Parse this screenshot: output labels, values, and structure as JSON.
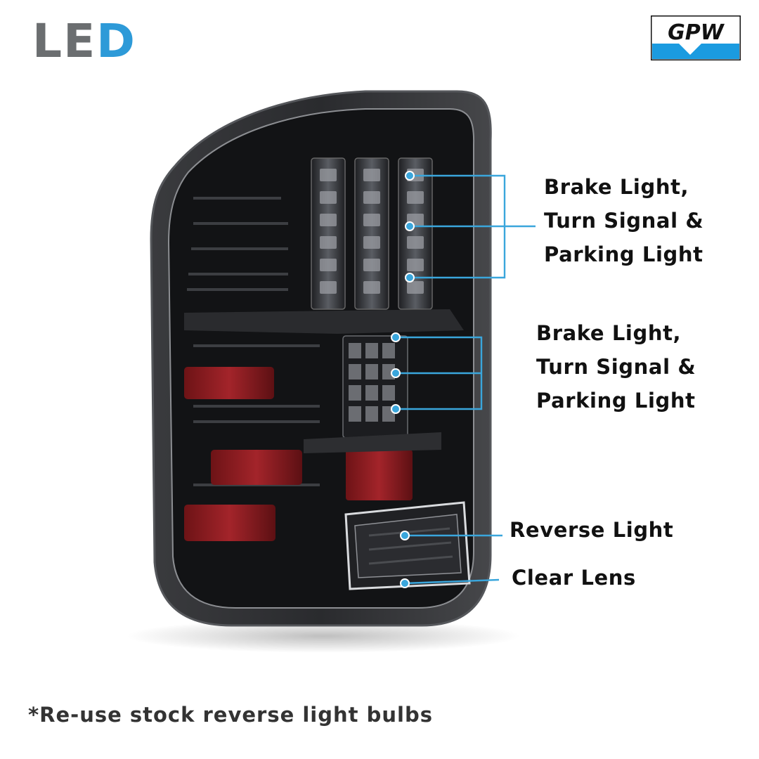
{
  "header": {
    "led_letters": [
      "L",
      "E",
      "D"
    ],
    "brand_text": "GPW"
  },
  "callouts": {
    "upper": [
      "Brake Light,",
      "Turn Signal &",
      "Parking Light"
    ],
    "middle": [
      "Brake Light,",
      "Turn Signal &",
      "Parking Light"
    ],
    "reverse": "Reverse Light",
    "lens": "Clear Lens"
  },
  "footnote": "*Re-use stock reverse light bulbs",
  "colors": {
    "led_grey": "#6b6e70",
    "led_blue": "#2d9ad8",
    "callout_line": "#3aa6dc",
    "housing": "#1a1b1d",
    "reflector_red": "#8f1a1e"
  }
}
